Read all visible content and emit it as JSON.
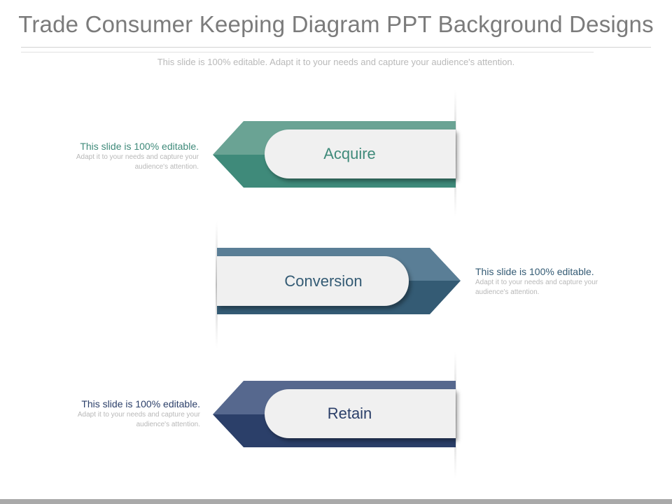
{
  "slide": {
    "title": "Trade Consumer Keeping Diagram PPT Background Designs",
    "subtitle": "This slide is 100% editable. Adapt it to your needs and capture your audience's attention."
  },
  "steps": [
    {
      "label": "Acquire",
      "note_head": "This slide is 100% editable.",
      "note_body": "Adapt it to your needs and capture your audience's attention.",
      "color_light": "#6aa394",
      "color_dark": "#3f8a7a"
    },
    {
      "label": "Conversion",
      "note_head": "This slide is 100% editable.",
      "note_body": "Adapt it to your needs and capture your audience's attention.",
      "color_light": "#5a7e96",
      "color_dark": "#345b74"
    },
    {
      "label": "Retain",
      "note_head": "This slide is 100% editable.",
      "note_body": "Adapt it to your needs and capture your audience's attention.",
      "color_light": "#56688e",
      "color_dark": "#2b3f69"
    }
  ]
}
